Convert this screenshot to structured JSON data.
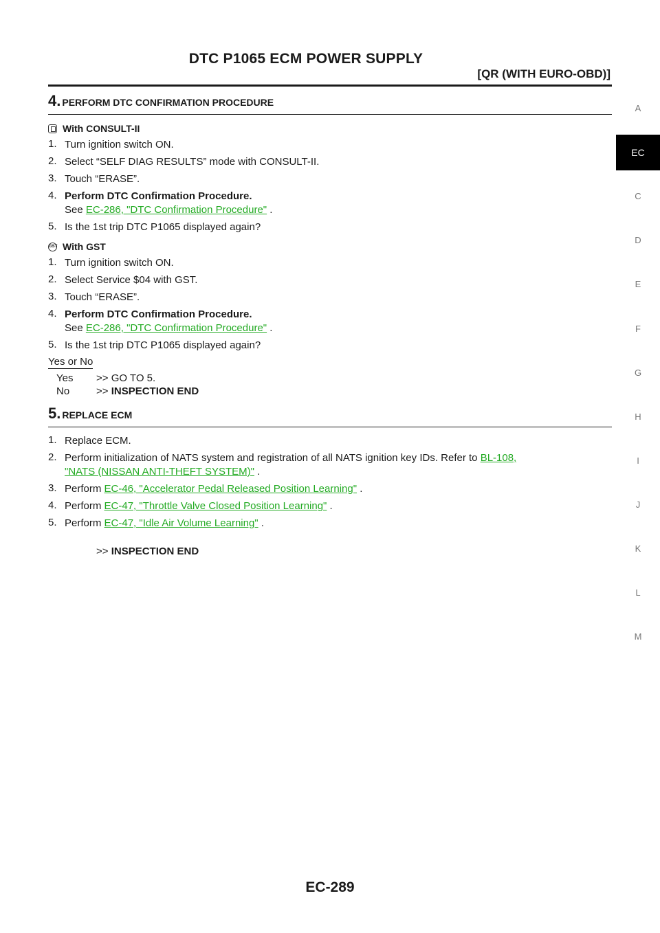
{
  "header": {
    "title": "DTC P1065 ECM POWER SUPPLY",
    "subtitle": "[QR (WITH EURO-OBD)]"
  },
  "step4": {
    "number": "4.",
    "title": "PERFORM DTC CONFIRMATION PROCEDURE",
    "consult": {
      "label": "With CONSULT-II",
      "items": [
        {
          "n": "1.",
          "text": "Turn ignition switch ON."
        },
        {
          "n": "2.",
          "text": "Select “SELF DIAG RESULTS” mode with CONSULT-II."
        },
        {
          "n": "3.",
          "text": "Touch “ERASE”."
        },
        {
          "n": "4.",
          "bold": "Perform DTC Confirmation Procedure.",
          "see": "See",
          "link": "EC-286, \"DTC Confirmation Procedure\"",
          "after": " ."
        },
        {
          "n": "5.",
          "text": "Is the 1st trip DTC P1065 displayed again?"
        }
      ]
    },
    "gst": {
      "label": "With GST",
      "icon_text": "GST",
      "items": [
        {
          "n": "1.",
          "text": "Turn ignition switch ON."
        },
        {
          "n": "2.",
          "text": "Select Service $04 with GST."
        },
        {
          "n": "3.",
          "text": "Touch “ERASE”."
        },
        {
          "n": "4.",
          "bold": "Perform DTC Confirmation Procedure.",
          "see": "See",
          "link": "EC-286, \"DTC Confirmation Procedure\"",
          "after": " ."
        },
        {
          "n": "5.",
          "text": "Is the 1st trip DTC P1065 displayed again?"
        }
      ]
    },
    "question": "Yes or No",
    "answers": [
      {
        "key": "Yes",
        "arrow": ">>",
        "value": "GO TO 5."
      },
      {
        "key": "No",
        "arrow": ">>",
        "value": "INSPECTION END"
      }
    ]
  },
  "step5": {
    "number": "5.",
    "title": "REPLACE ECM",
    "items": [
      {
        "n": "1.",
        "text": "Replace ECM."
      },
      {
        "n": "2.",
        "text": "Perform initialization of NATS system and registration of all NATS ignition key IDs. Refer to ",
        "link1": "BL-108,",
        "link2": "\"NATS (NISSAN ANTI-THEFT SYSTEM)\"",
        "after": " ."
      },
      {
        "n": "3.",
        "pre": "Perform ",
        "link": "EC-46, \"Accelerator Pedal Released Position Learning\"",
        "after": " ."
      },
      {
        "n": "4.",
        "pre": "Perform ",
        "link": "EC-47, \"Throttle Valve Closed Position Learning\"",
        "after": " ."
      },
      {
        "n": "5.",
        "pre": "Perform ",
        "link": "EC-47, \"Idle Air Volume Learning\"",
        "after": " ."
      }
    ],
    "end_arrow": ">>",
    "end_text": "INSPECTION END"
  },
  "side_index": {
    "letters": [
      "A",
      "EC",
      "C",
      "D",
      "E",
      "F",
      "G",
      "H",
      "I",
      "J",
      "K",
      "L",
      "M"
    ],
    "active": "EC"
  },
  "footer": {
    "page": "EC-289"
  },
  "colors": {
    "link": "#22aa22",
    "text": "#1a1a1a",
    "tab": "#000000"
  }
}
